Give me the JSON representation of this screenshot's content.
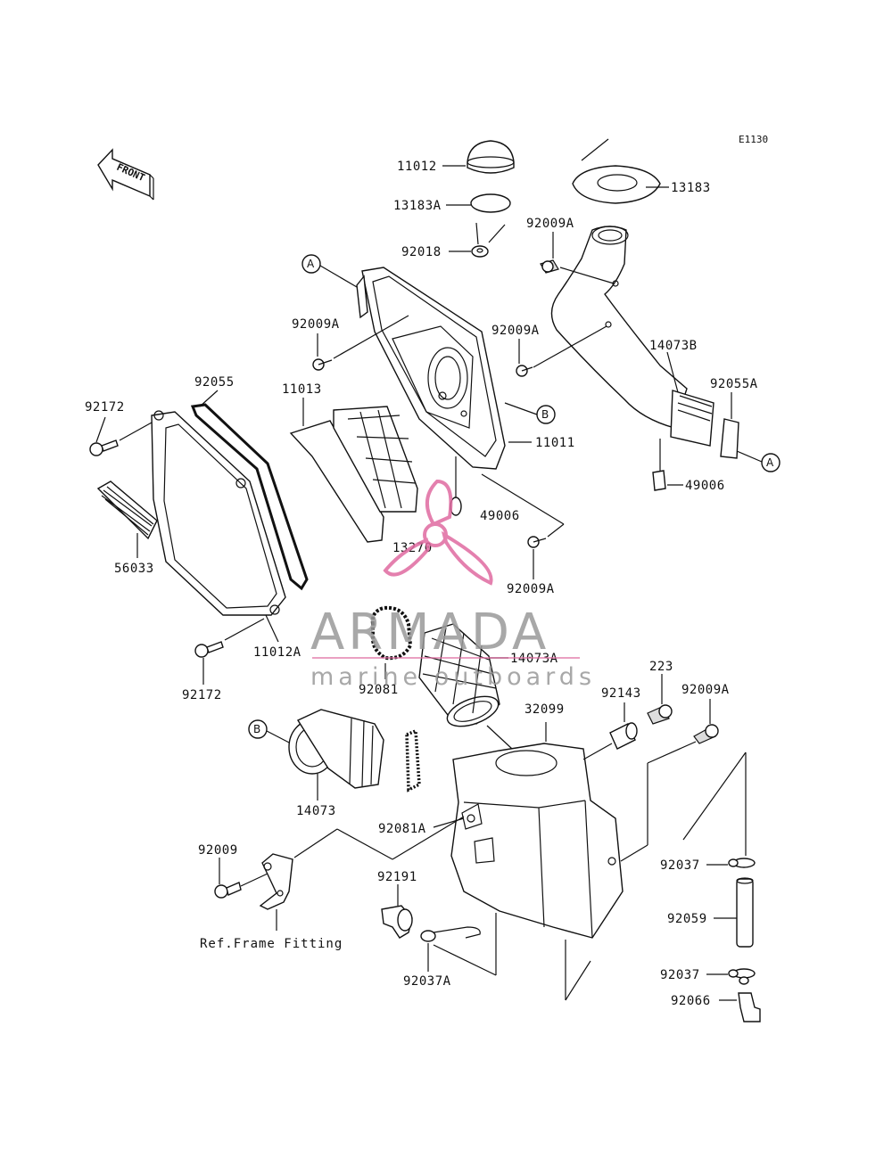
{
  "diagram_code": "E1130",
  "front_label": "FRONT",
  "ref_label": "Ref.Frame Fitting",
  "callouts": {
    "A": "A",
    "B": "B"
  },
  "parts": {
    "p11012": "11012",
    "p13183A": "13183A",
    "p92018": "92018",
    "p13183": "13183",
    "p92009A_top": "92009A",
    "p92009A_left": "92009A",
    "p92009A_mid": "92009A",
    "p14073B": "14073B",
    "p92055A": "92055A",
    "p92055": "92055",
    "p11013": "11013",
    "p92172_top": "92172",
    "p11011": "11011",
    "p49006_right": "49006",
    "p49006_mid": "49006",
    "p13270": "13270",
    "p92009A_lower": "92009A",
    "p56033": "56033",
    "p11012A": "11012A",
    "p92172_bottom": "92172",
    "p92081": "92081",
    "p14073A": "14073A",
    "p223": "223",
    "p92143": "92143",
    "p92009A_right": "92009A",
    "p32099": "32099",
    "p14073": "14073",
    "p92081A": "92081A",
    "p92009": "92009",
    "p92191": "92191",
    "p92037_top": "92037",
    "p92059": "92059",
    "p92037_bottom": "92037",
    "p92066": "92066",
    "p92037A": "92037A"
  },
  "watermark": {
    "title": "ARMADA",
    "subtitle": "marine outboards",
    "title_color": "#9a9a9a",
    "accent_color": "#e06aa0"
  }
}
